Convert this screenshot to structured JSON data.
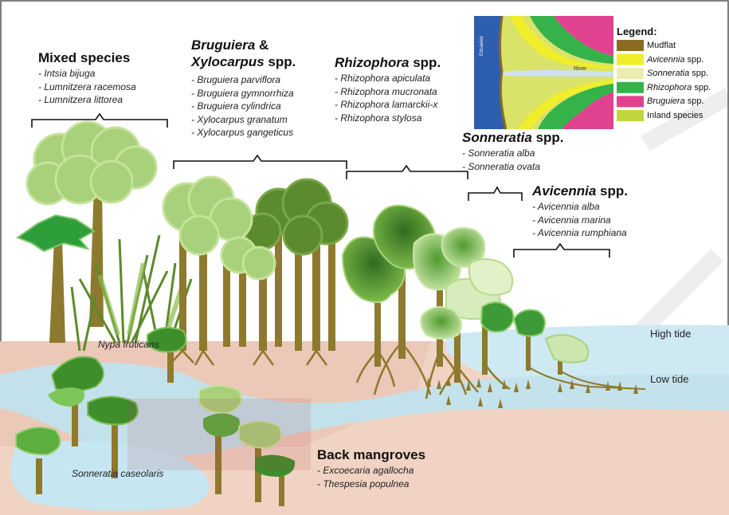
{
  "groups": {
    "mixed": {
      "title": "Mixed species",
      "species": [
        "- Intsia bijuga",
        "- Lumnitzera racemosa",
        "- Lumnitzera littorea"
      ]
    },
    "bruguiera": {
      "title_1": "Bruguiera",
      "title_1_suffix": " &",
      "title_2": "Xylocarpus",
      "title_2_suffix": " spp.",
      "species": [
        "- Bruguiera parviflora",
        "- Bruguiera gymnorrhiza",
        "- Bruguiera cylindrica",
        "- Xylocarpus granatum",
        "- Xylocarpus gangeticus"
      ]
    },
    "rhizophora": {
      "title": "Rhizophora",
      "title_suffix": " spp.",
      "species": [
        "- Rhizophora apiculata",
        "- Rhizophora mucronata",
        "- Rhizophora lamarckii-x",
        "- Rhizophora stylosa"
      ]
    },
    "sonneratia": {
      "title": "Sonneratia",
      "title_suffix": " spp.",
      "species": [
        "- Sonneratia alba",
        "- Sonneratia ovata"
      ]
    },
    "avicennia": {
      "title": "Avicennia",
      "title_suffix": " spp.",
      "species": [
        "- Avicennia alba",
        "- Avicennia marina",
        "- Avicennia rumphiana"
      ]
    },
    "back": {
      "title": "Back mangroves",
      "species": [
        "- Excoecaria agallocha",
        "- Thespesia populnea"
      ]
    }
  },
  "standalone": {
    "nypa": "Nypa fruticans",
    "sonneratia_caseolaris": "Sonneratia caseolaris"
  },
  "tides": {
    "high": "High tide",
    "low": "Low tide"
  },
  "map": {
    "estuary_label": "Estuaries",
    "river_label": "River"
  },
  "legend": {
    "title": "Legend:",
    "items": [
      {
        "label": "Mudflat",
        "color": "#8b6a23"
      },
      {
        "label": "Avicennia spp.",
        "italic_part": "Avicennia",
        "suffix": " spp.",
        "color": "#f0ee2a"
      },
      {
        "label": "Sonneratia spp.",
        "italic_part": "Sonneratia",
        "suffix": " spp.",
        "color": "#ecedb0"
      },
      {
        "label": "Rhizophora spp.",
        "italic_part": "Rhizophora",
        "suffix": " spp.",
        "color": "#36b24a"
      },
      {
        "label": "Bruguiera spp.",
        "italic_part": "Bruguiera",
        "suffix": " spp.",
        "color": "#e0428f"
      },
      {
        "label": "Inland species",
        "color": "#c1d63c"
      }
    ]
  },
  "watermark": "UPM",
  "colors": {
    "mud": "#f0d3c3",
    "water": "#bfe3f0",
    "trunk": "#8d7a2e",
    "leaf_light": "#b3d77a",
    "leaf_mid": "#7fb34a",
    "leaf_dark": "#4d7a27",
    "estuary_blue": "#2e5fae"
  }
}
